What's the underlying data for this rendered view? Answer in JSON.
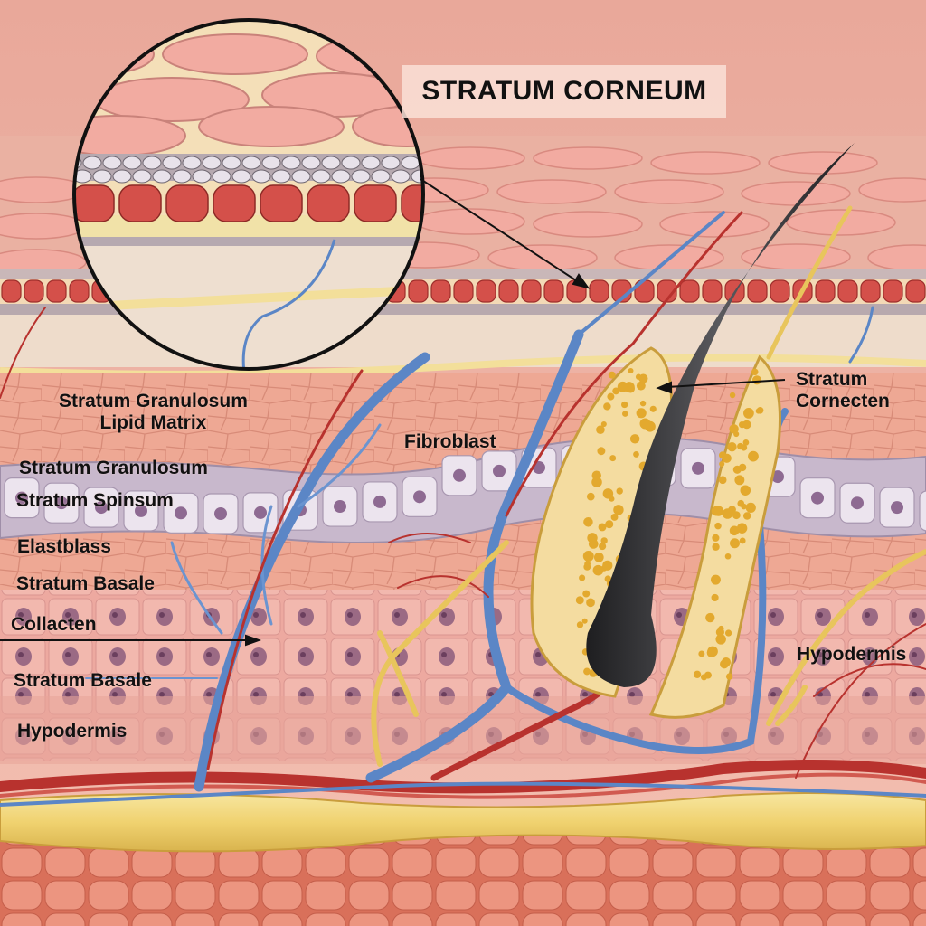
{
  "title": "STRATUM CORNEUM",
  "labels": {
    "granulosum_lipid": [
      "Stratum Granulosum",
      "Lipid Matrix"
    ],
    "fibroblast": "Fibroblast",
    "granulosum": "Stratum Granulosum",
    "spinsum": "Stratum Spinsum",
    "elastblass": "Elastblass",
    "basale_1": "Stratum Basale",
    "collacten": "Collacten",
    "basale_2": "Stratum Basale",
    "hypodermis_left": "Hypodermis",
    "cornecten": [
      "Stratum",
      "Cornecten"
    ],
    "hypodermis_right": "Hypodermis"
  },
  "colors": {
    "skin": "#eeb3a4",
    "corneum_cells": "#f2aaa0",
    "red_cells": "#d4504a",
    "spinosum_band": "#cbbcd0",
    "vein": "#5b86c6",
    "artery": "#b8322e",
    "fat": "#f1d67a",
    "hair": "#2c2c2e"
  }
}
